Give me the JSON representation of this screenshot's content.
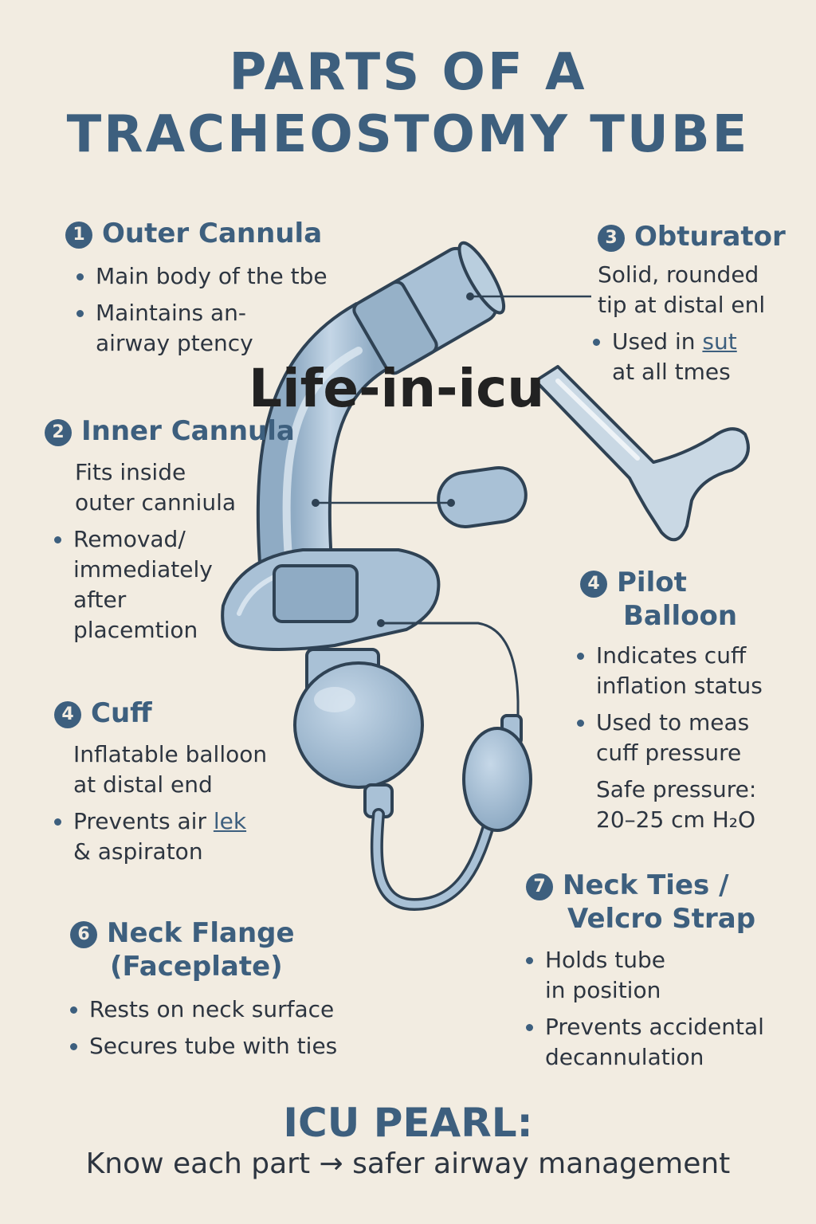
{
  "title": {
    "line1": "PARTS OF A",
    "line2": "TRACHEOSTOMY TUBE"
  },
  "watermark": "Life-in-icu",
  "colors": {
    "background": "#f2ece1",
    "accent": "#3d5f7e",
    "tube": "#a9c1d6",
    "outline": "#2f4254"
  },
  "sections": {
    "outer_cannula": {
      "number": "1",
      "heading": "Outer Cannula",
      "bullet1": "Main body of the tbe",
      "bullet2a": "Maintains an-",
      "bullet2b": "airway ptency"
    },
    "inner_cannula": {
      "number": "2",
      "heading": "Inner Cannula",
      "para1a": "Fits inside",
      "para1b": "outer canniula",
      "bullet1a": "Removad/",
      "bullet1b": "immediately",
      "bullet1c": "after",
      "bullet1d": "placemtion"
    },
    "obturator": {
      "number": "3",
      "heading": "Obturator",
      "para1a": "Solid, rounded",
      "para1b": "tip at distal enl",
      "bullet1a": "Used in ",
      "bullet1a_ul": "sut",
      "bullet1b": "at all tmes"
    },
    "pilot_balloon": {
      "number": "4",
      "heading1": "Pilot",
      "heading2": "Balloon",
      "bullet1a": "Indicates cuff",
      "bullet1b": "inflation status",
      "bullet2a": "Used to meas",
      "bullet2b": "cuff pressure",
      "para1a": "Safe pressure:",
      "para1b": "20–25 cm H₂O"
    },
    "cuff": {
      "number": "4",
      "heading": "Cuff",
      "para1a": "Inflatable balloon",
      "para1b": "at distal end",
      "bullet1a": "Prevents air ",
      "bullet1a_ul": "lek",
      "bullet1b": "& aspiraton"
    },
    "neck_flange": {
      "number": "6",
      "heading1": "Neck Flange",
      "heading2": "(Faceplate)",
      "bullet1": "Rests on neck surface",
      "bullet2": "Secures tube with ties"
    },
    "neck_ties": {
      "number": "7",
      "heading1": "Neck Ties /",
      "heading2": "Velcro Strap",
      "bullet1a": "Holds tube",
      "bullet1b": "in position",
      "bullet2a": "Prevents accidental",
      "bullet2b": "decannulation"
    }
  },
  "pearl": {
    "title": "ICU PEARL:",
    "text": "Know each part → safer airway management"
  }
}
